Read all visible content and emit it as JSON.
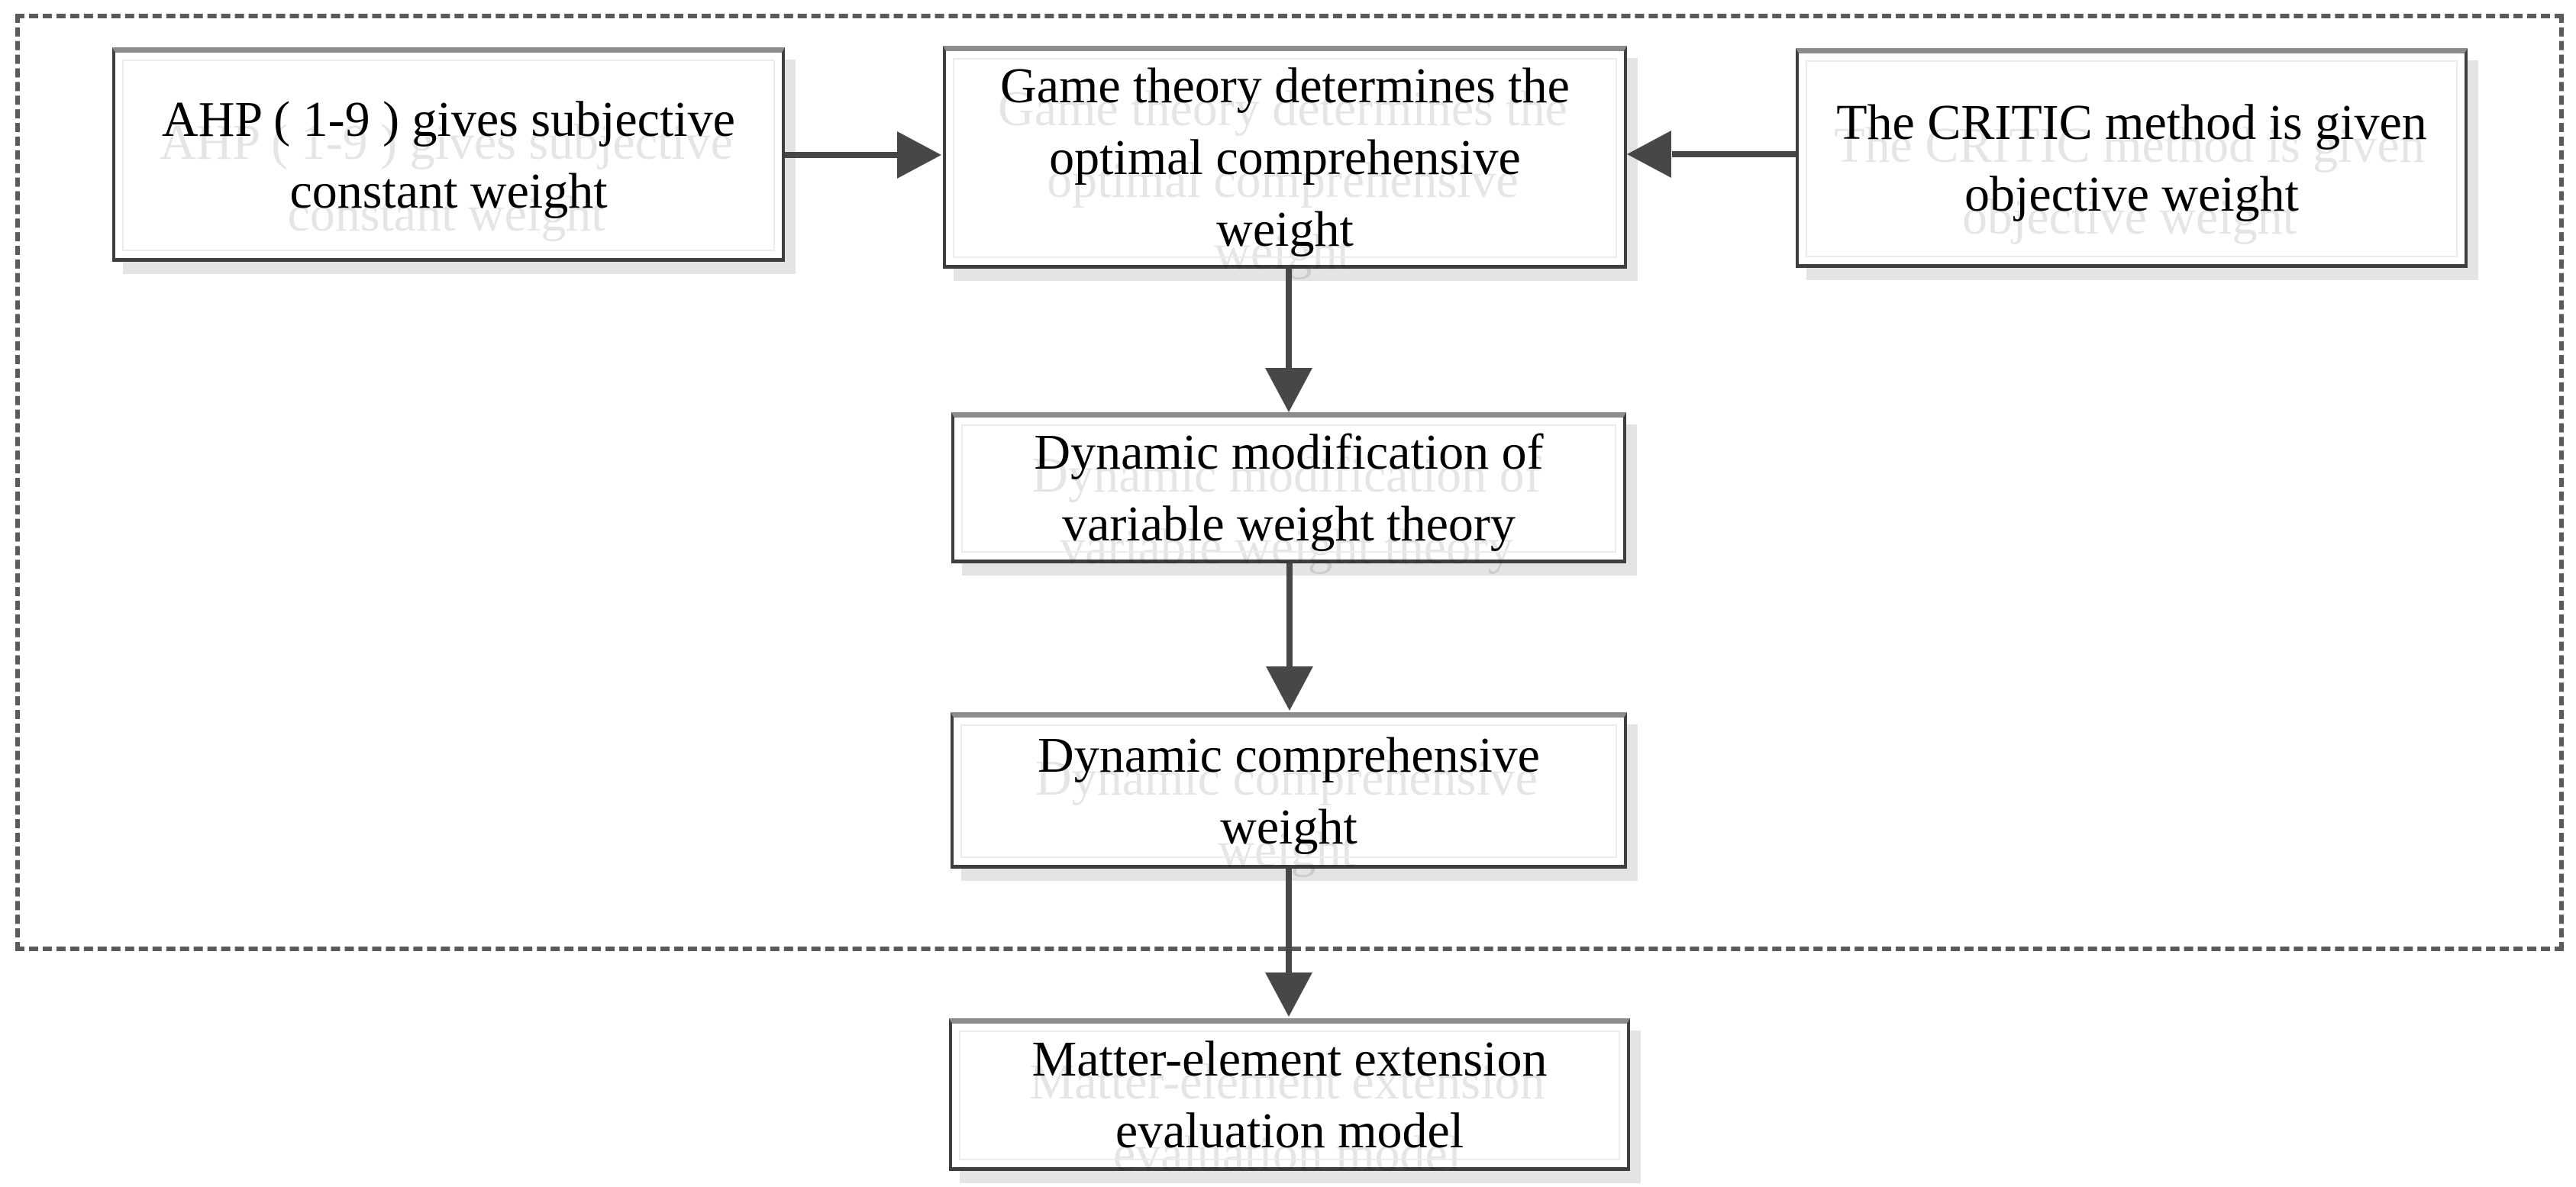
{
  "flowchart": {
    "boxes": [
      {
        "id": "ahp",
        "label": "AHP ( 1-9 ) gives subjective constant weight"
      },
      {
        "id": "game-theory",
        "label": "Game theory determines the optimal comprehensive weight"
      },
      {
        "id": "critic",
        "label": "The CRITIC method is given objective weight"
      },
      {
        "id": "variable-weight",
        "label": "Dynamic modification of variable weight theory"
      },
      {
        "id": "dynamic-comprehensive-weight",
        "label": "Dynamic comprehensive weight"
      },
      {
        "id": "matter-element",
        "label": "Matter-element extension evaluation model"
      }
    ],
    "arrows": [
      {
        "from": "ahp",
        "to": "game-theory",
        "direction": "right"
      },
      {
        "from": "critic",
        "to": "game-theory",
        "direction": "left"
      },
      {
        "from": "game-theory",
        "to": "variable-weight",
        "direction": "down"
      },
      {
        "from": "variable-weight",
        "to": "dynamic-comprehensive-weight",
        "direction": "down"
      },
      {
        "from": "dynamic-comprehensive-weight",
        "to": "matter-element",
        "direction": "down"
      }
    ],
    "colors": {
      "background": "#ffffff",
      "text": "#000000",
      "box_border": "#3f3f3f",
      "box_border_top": "#8c8c8c",
      "box_shadow": "#e4e4e4",
      "dashed_border": "#5a5a5a",
      "arrow": "#474747"
    }
  }
}
